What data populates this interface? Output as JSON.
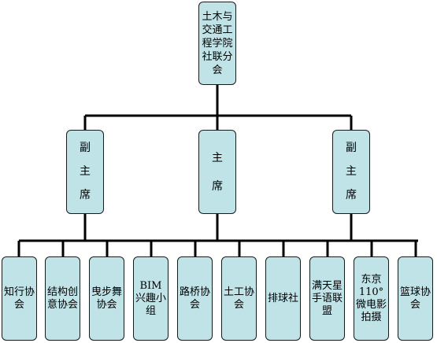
{
  "colors": {
    "box_fill": "#c0e3e8",
    "line": "#000000"
  },
  "top": {
    "label": "土木与\n交通工\n程学院\n社联分\n会"
  },
  "vice_left": {
    "label": "副\n\n主\n\n席"
  },
  "chair": {
    "label": "主\n\n席"
  },
  "vice_right": {
    "label": "副\n\n主\n\n席"
  },
  "clubs": [
    {
      "label": "知行协\n会"
    },
    {
      "label": "结构创\n意协会"
    },
    {
      "label": "曳步舞\n协会"
    },
    {
      "label": "BIM\n兴趣小\n组"
    },
    {
      "label": "路桥协\n会"
    },
    {
      "label": "土工协\n会"
    },
    {
      "label": "排球社"
    },
    {
      "label": "满天星\n手语联\n盟"
    },
    {
      "label": "东京\n110°\n微电影\n拍摄"
    },
    {
      "label": "篮球协\n会"
    }
  ]
}
